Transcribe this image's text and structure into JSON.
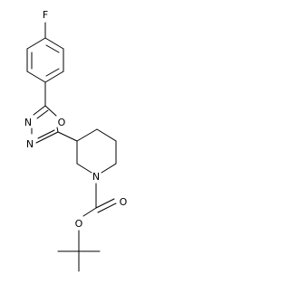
{
  "molecule": {
    "atom_labels": {
      "fluorine": "F",
      "oxadiazole_oxygen": "O",
      "oxadiazole_n3": "N",
      "oxadiazole_n4": "N",
      "piperidine_nitrogen": "N",
      "carbonyl_oxygen": "O",
      "ester_oxygen": "O"
    },
    "line_color": "#000000",
    "background": "#ffffff"
  }
}
